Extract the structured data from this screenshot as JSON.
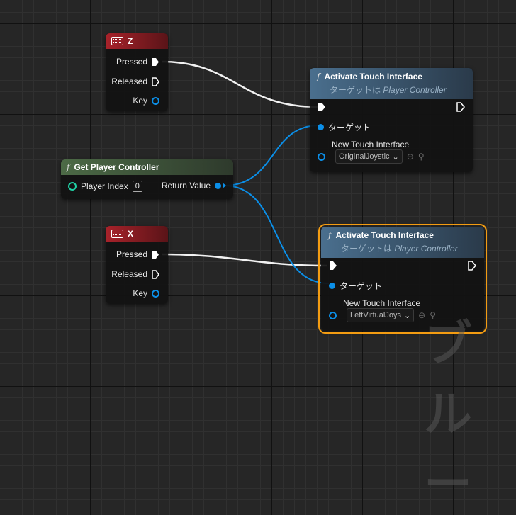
{
  "event_z": {
    "title": "Z",
    "pins": [
      "Pressed",
      "Released",
      "Key"
    ]
  },
  "event_x": {
    "title": "X",
    "pins": [
      "Pressed",
      "Released",
      "Key"
    ]
  },
  "get_pc": {
    "title": "Get Player Controller",
    "player_index_label": "Player Index",
    "player_index_value": "0",
    "return_label": "Return Value"
  },
  "activate_1": {
    "title": "Activate Touch Interface",
    "subtitle_jp": "ターゲットは",
    "subtitle_target": "Player Controller",
    "target_label": "ターゲット",
    "new_touch_label": "New Touch Interface",
    "new_touch_value": "OriginalJoystic"
  },
  "activate_2": {
    "title": "Activate Touch Interface",
    "subtitle_jp": "ターゲットは",
    "subtitle_target": "Player Controller",
    "target_label": "ターゲット",
    "new_touch_label": "New Touch Interface",
    "new_touch_value": "LeftVirtualJoys"
  },
  "watermark": "ブルー",
  "colors": {
    "event_header": "#a8222a",
    "pure_header": "#4c6a46",
    "function_header": "#4a6f8e",
    "object_pin": "#0b8fe8",
    "int_pin": "#1fd3a6",
    "selection": "#f39c12"
  }
}
